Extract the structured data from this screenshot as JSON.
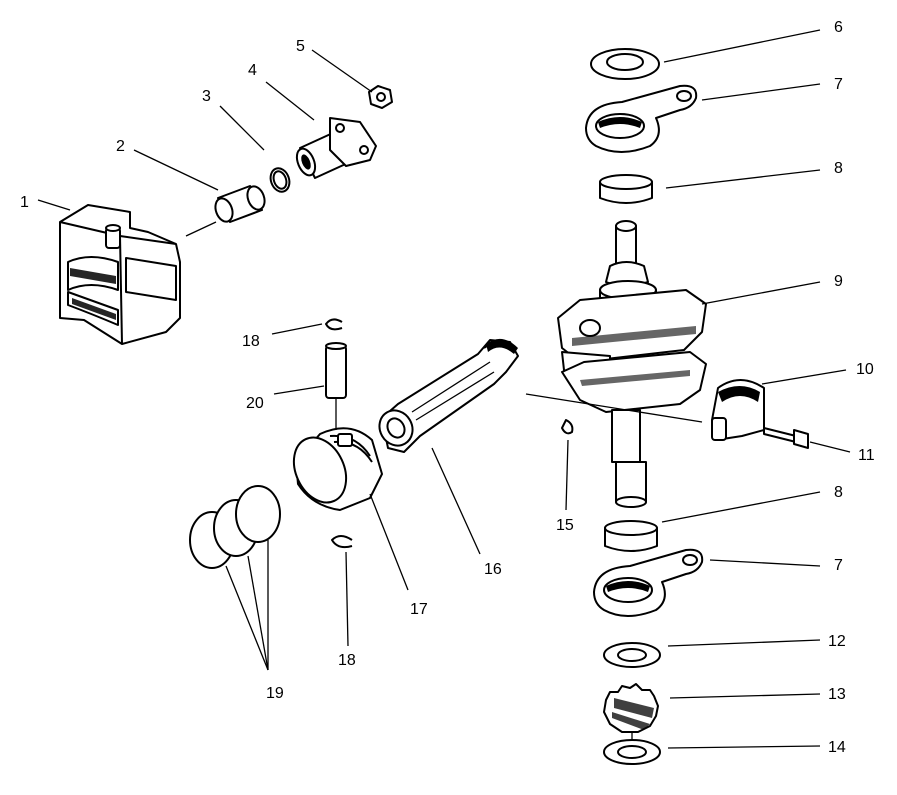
{
  "callouts": [
    "1",
    "2",
    "3",
    "4",
    "5",
    "6",
    "7",
    "8",
    "9",
    "10",
    "11",
    "8",
    "7",
    "12",
    "13",
    "14",
    "15",
    "16",
    "17",
    "18",
    "18",
    "19",
    "20"
  ],
  "colors": {
    "ink": "#000000",
    "paper": "#ffffff"
  }
}
